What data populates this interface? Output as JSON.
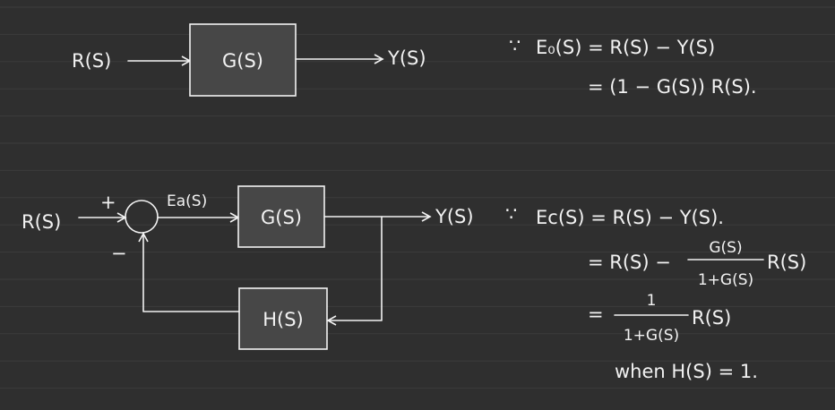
{
  "top_diagram": {
    "input": "R(S)",
    "block": "G(S)",
    "output": "Y(S)"
  },
  "top_equations": {
    "therefore": "∵",
    "line1": "E₀(S) = R(S) − Y(S)",
    "line2": "= (1 − G(S)) R(S)."
  },
  "bottom_diagram": {
    "input": "R(S)",
    "plus": "+",
    "minus": "−",
    "error": "Ea(S)",
    "forward_block": "G(S)",
    "feedback_block": "H(S)",
    "output": "Y(S)"
  },
  "bottom_equations": {
    "therefore": "∵",
    "line1": "Ec(S) = R(S) − Y(S).",
    "line2_prefix": "= R(S) −",
    "line2_num": "G(S)",
    "line2_den": "1+G(S)",
    "line2_suffix": "R(S)",
    "line3_prefix": "=",
    "line3_num": "1",
    "line3_den": "1+G(S)",
    "line3_suffix": "R(S)",
    "condition": "when H(S) = 1."
  }
}
